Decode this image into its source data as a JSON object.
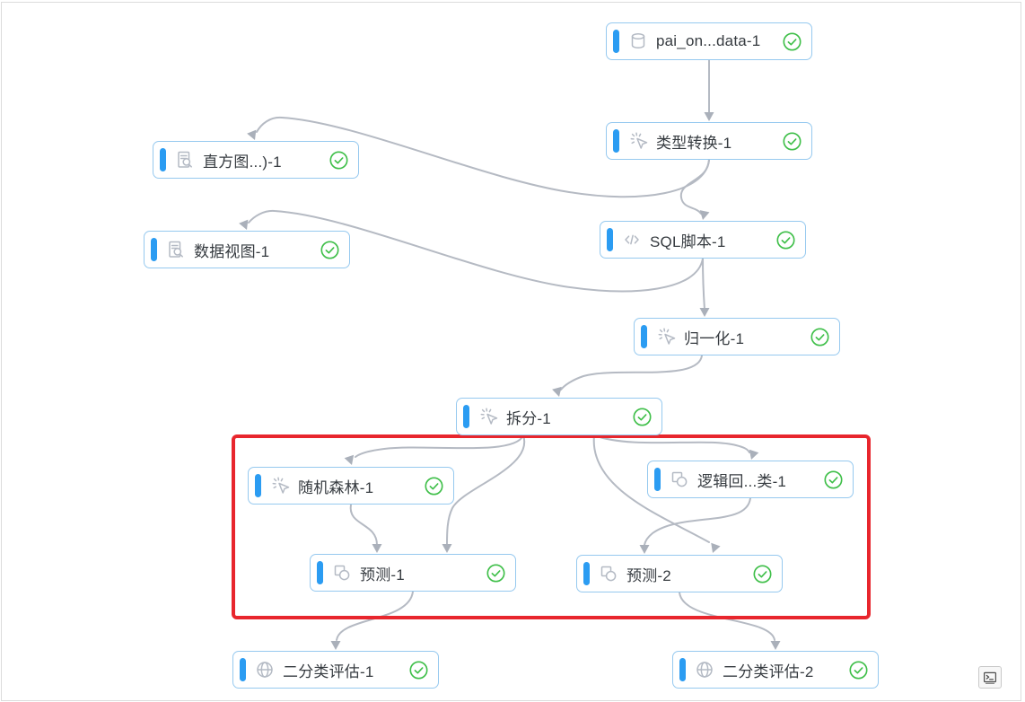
{
  "app": {
    "title": "ml-workflow-canvas"
  },
  "canvas": {
    "nodes": [
      {
        "id": "pai-data",
        "label": "pai_on...data-1",
        "icon": "database-icon",
        "status": "success"
      },
      {
        "id": "type-convert",
        "label": "类型转换-1",
        "icon": "transform-icon",
        "status": "success"
      },
      {
        "id": "histogram",
        "label": "直方图...)-1",
        "icon": "doc-search-icon",
        "status": "success"
      },
      {
        "id": "data-view",
        "label": "数据视图-1",
        "icon": "doc-search-icon",
        "status": "success"
      },
      {
        "id": "sql-script",
        "label": "SQL脚本-1",
        "icon": "code-icon",
        "status": "success"
      },
      {
        "id": "normalize",
        "label": "归一化-1",
        "icon": "transform-icon",
        "status": "success"
      },
      {
        "id": "split",
        "label": "拆分-1",
        "icon": "transform-icon",
        "status": "success"
      },
      {
        "id": "random-forest",
        "label": "随机森林-1",
        "icon": "transform-icon",
        "status": "success"
      },
      {
        "id": "logistic-regression",
        "label": "逻辑回...类-1",
        "icon": "model-icon",
        "status": "success"
      },
      {
        "id": "predict-1",
        "label": "预测-1",
        "icon": "model-icon",
        "status": "success"
      },
      {
        "id": "predict-2",
        "label": "预测-2",
        "icon": "model-icon",
        "status": "success"
      },
      {
        "id": "binary-eval-1",
        "label": "二分类评估-1",
        "icon": "globe-icon",
        "status": "success"
      },
      {
        "id": "binary-eval-2",
        "label": "二分类评估-2",
        "icon": "globe-icon",
        "status": "success"
      }
    ],
    "edges": [
      {
        "from": "pai-data",
        "to": "type-convert"
      },
      {
        "from": "type-convert",
        "to": "histogram"
      },
      {
        "from": "type-convert",
        "to": "sql-script"
      },
      {
        "from": "sql-script",
        "to": "data-view"
      },
      {
        "from": "sql-script",
        "to": "normalize"
      },
      {
        "from": "normalize",
        "to": "split"
      },
      {
        "from": "split",
        "to": "random-forest"
      },
      {
        "from": "split",
        "to": "predict-1"
      },
      {
        "from": "random-forest",
        "to": "predict-1"
      },
      {
        "from": "split",
        "to": "logistic-regression"
      },
      {
        "from": "split",
        "to": "predict-2"
      },
      {
        "from": "logistic-regression",
        "to": "predict-2"
      },
      {
        "from": "predict-1",
        "to": "binary-eval-1"
      },
      {
        "from": "predict-2",
        "to": "binary-eval-2"
      }
    ],
    "highlight": {
      "nodes": [
        "random-forest",
        "logistic-regression",
        "predict-1",
        "predict-2"
      ]
    }
  },
  "toolbar": {
    "terminal_button_label": "terminal"
  },
  "colors": {
    "node_border": "#96c9ef",
    "node_accent_bar": "#2b9cf2",
    "status_success": "#3fbf49",
    "edge": "#b5bac3",
    "highlight_red": "#e8262d",
    "icon_gray": "#b4bac4",
    "label_text": "#363b40"
  }
}
